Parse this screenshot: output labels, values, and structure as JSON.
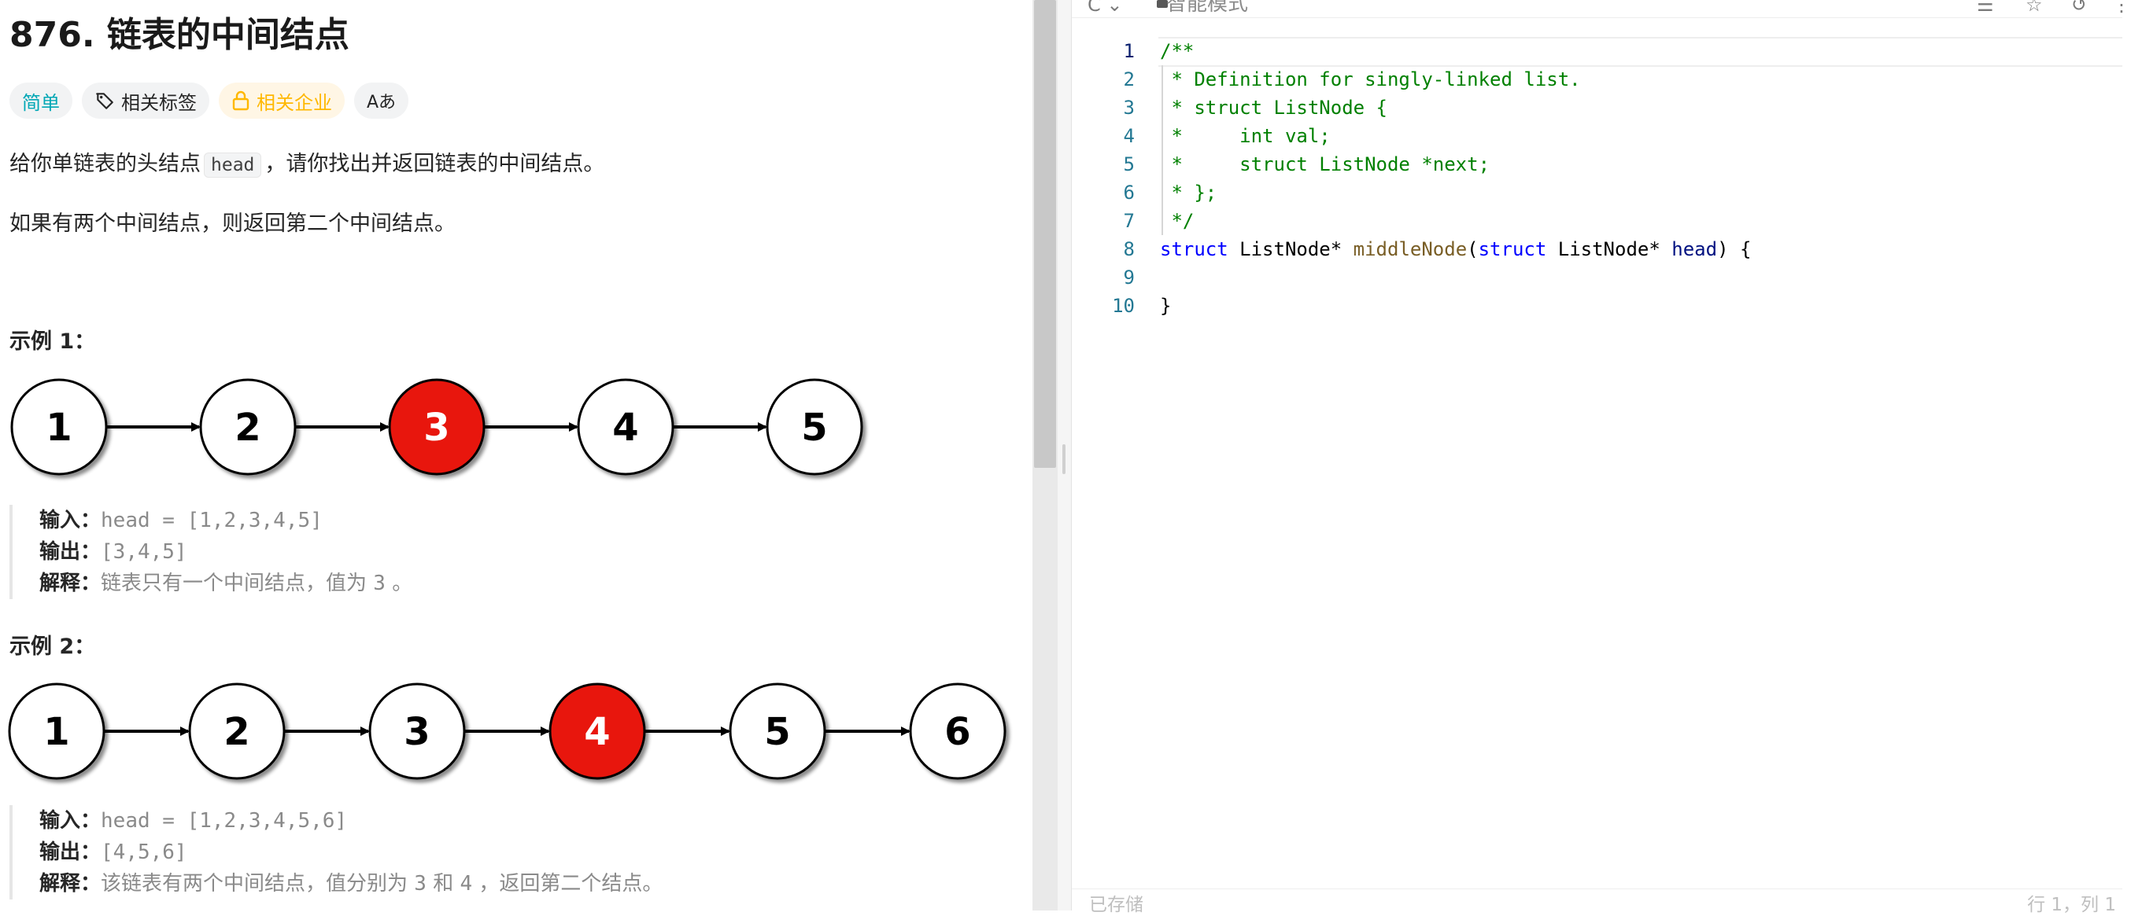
{
  "problem": {
    "title": "876. 链表的中间结点",
    "tags": {
      "difficulty": "简单",
      "related_tags": "相关标签",
      "related_companies": "相关企业",
      "translate": "Aあ"
    },
    "desc_before": "给你单链表的头结点",
    "desc_code": "head",
    "desc_after": "，请你找出并返回链表的中间结点。",
    "desc2": "如果有两个中间结点，则返回第二个中间结点。"
  },
  "example1": {
    "title": "示例 1：",
    "nodes": [
      "1",
      "2",
      "3",
      "4",
      "5"
    ],
    "highlight": 2,
    "input_label": "输入：",
    "input": "head = [1,2,3,4,5]",
    "output_label": "输出：",
    "output": "[3,4,5]",
    "explain_label": "解释：",
    "explain_a": "链表只有一个中间结点，值为",
    "explain_num": "3",
    "explain_b": "。"
  },
  "example2": {
    "title": "示例 2：",
    "nodes": [
      "1",
      "2",
      "3",
      "4",
      "5",
      "6"
    ],
    "highlight": 3,
    "input_label": "输入：",
    "input": "head = [1,2,3,4,5,6]",
    "output_label": "输出：",
    "output": "[4,5,6]",
    "explain_label": "解释：",
    "explain_a": "该链表有两个中间结点，值分别为",
    "explain_num1": "3",
    "explain_mid": "和",
    "explain_num2": "4",
    "explain_b": "，返回第二个结点。"
  },
  "editor": {
    "mode_label": "智能模式",
    "line_numbers": [
      "1",
      "2",
      "3",
      "4",
      "5",
      "6",
      "7",
      "8",
      "9",
      "10"
    ],
    "code": {
      "l1": "/**",
      "l2": " * Definition for singly-linked list.",
      "l3": " * struct ListNode {",
      "l4": " *     int val;",
      "l5": " *     struct ListNode *next;",
      "l6": " * };",
      "l7": " */",
      "l8_kw1": "struct",
      "l8_t1": " ListNode* ",
      "l8_fn": "middleNode",
      "l8_p": "(",
      "l8_kw2": "struct",
      "l8_t2": " ListNode* ",
      "l8_param": "head",
      "l8_end": ") {",
      "l9": "",
      "l10": "}"
    },
    "status_saved": "已存储",
    "status_pos": "行 1，列 1"
  },
  "colors": {
    "highlight_node": "#e8140c",
    "difficulty": "#00a7b5",
    "company": "#ffb800"
  }
}
